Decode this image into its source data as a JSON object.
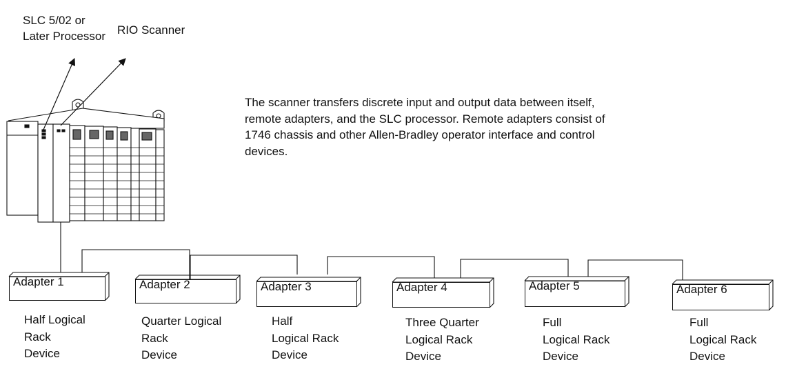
{
  "callouts": {
    "processor_line1": "SLC 5/02 or",
    "processor_line2": "Later Processor",
    "scanner": "RIO Scanner"
  },
  "description": "The scanner transfers discrete input and output data between itself, remote adapters, and the SLC processor. Remote adapters consist of 1746 chassis and other Allen-Bradley operator interface and control devices.",
  "adapters": [
    {
      "name": "Adapter 1",
      "type": [
        "Half Logical",
        "Rack",
        "Device"
      ]
    },
    {
      "name": "Adapter 2",
      "type": [
        "Quarter Logical",
        "Rack",
        "Device"
      ]
    },
    {
      "name": "Adapter 3",
      "type": [
        "Half",
        "Logical Rack",
        "Device"
      ]
    },
    {
      "name": "Adapter 4",
      "type": [
        "Three Quarter",
        "Logical Rack",
        "Device"
      ]
    },
    {
      "name": "Adapter 5",
      "type": [
        "Full",
        "Logical Rack",
        "Device"
      ]
    },
    {
      "name": "Adapter 6",
      "type": [
        "Full",
        "Logical Rack",
        "Device"
      ]
    }
  ]
}
